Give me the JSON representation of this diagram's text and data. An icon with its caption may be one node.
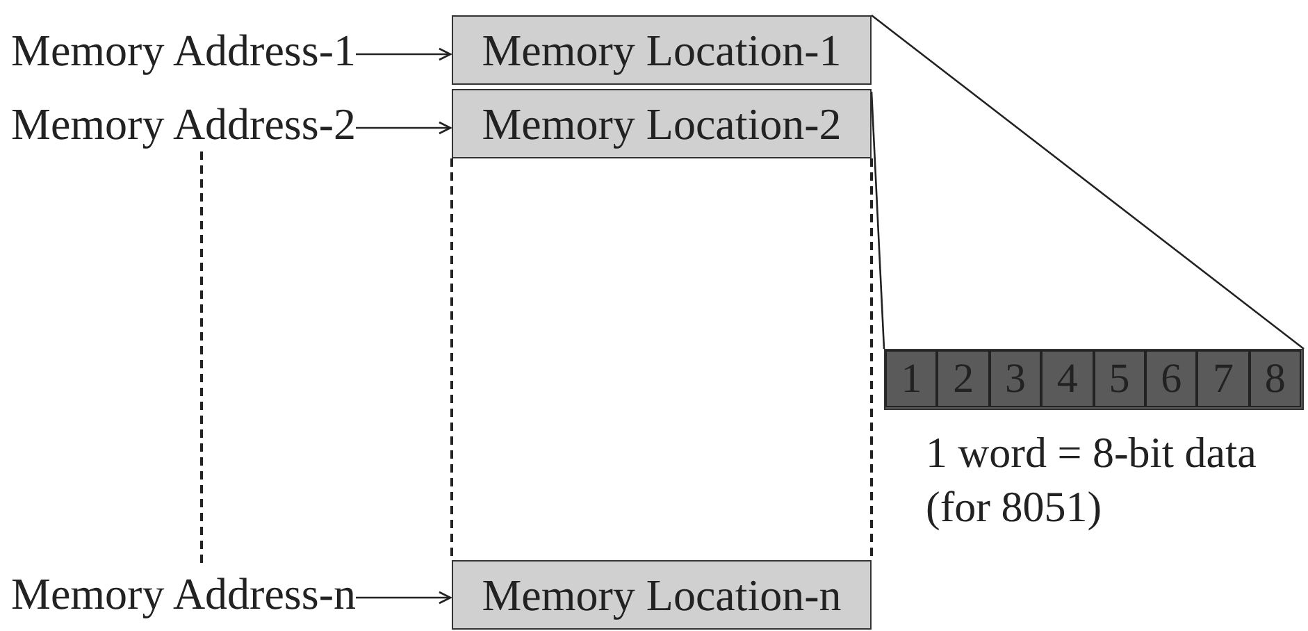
{
  "diagram": {
    "nodes": [
      {
        "text": [
          "Memory Address-1"
        ]
      },
      {
        "text": [
          "Memory Location-1"
        ]
      },
      {
        "text": [
          "Memory Address-2"
        ]
      },
      {
        "text": [
          "Memory Location-2"
        ]
      },
      {
        "text": [
          "Memory Address-n"
        ]
      },
      {
        "text": [
          "Memory Location-n"
        ]
      },
      {
        "text": [],
        "shape": "box",
        "beside": [
          "1 word = 8-bit data (for 8051)"
        ]
      },
      {
        "text": [
          "1"
        ],
        "in": 6
      },
      {
        "text": [
          "2"
        ],
        "in": 6
      },
      {
        "text": [
          "3"
        ],
        "in": 6
      },
      {
        "text": [
          "4"
        ],
        "in": 6
      },
      {
        "text": [
          "5"
        ],
        "in": 6
      },
      {
        "text": [
          "6"
        ],
        "in": 6
      },
      {
        "text": [
          "7"
        ],
        "in": 6
      },
      {
        "text": [
          "8"
        ],
        "in": 6
      }
    ],
    "edges": [
      {
        "from": 0,
        "to": 1,
        "arrow": "to"
      },
      {
        "from": 2,
        "to": 3,
        "arrow": "to"
      },
      {
        "from": 4,
        "to": 5,
        "arrow": "to"
      },
      {
        "from": 1,
        "to": 6,
        "arrow": "none"
      },
      {
        "from": 3,
        "to": 6,
        "arrow": "none"
      },
      {
        "from": 2,
        "to": 4,
        "arrow": "none",
        "style": "dashed"
      },
      {
        "from": 3,
        "to": 5,
        "arrow": "none",
        "style": "dashed"
      },
      {
        "from": 3,
        "to": 5,
        "arrow": "none",
        "style": "dashed"
      }
    ]
  }
}
